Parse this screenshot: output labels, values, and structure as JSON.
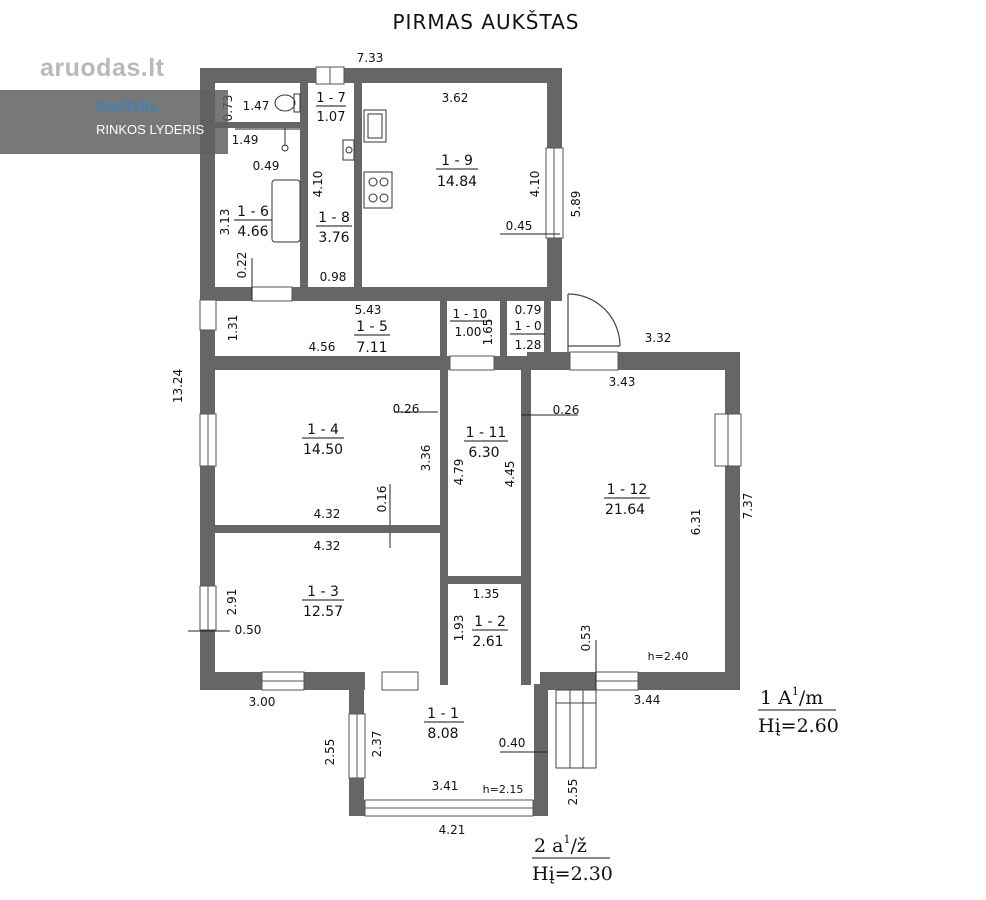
{
  "title": "PIRMAS AUKŠTAS",
  "watermark": {
    "logo_text": "aruodas.lt",
    "brand": "CAPITAL",
    "tagline": "RINKOS LYDERIS"
  },
  "rooms": [
    {
      "id": "1-1",
      "label": "1 - 1",
      "area": "8.08"
    },
    {
      "id": "1-2",
      "label": "1 - 2",
      "area": "2.61"
    },
    {
      "id": "1-3",
      "label": "1 - 3",
      "area": "12.57"
    },
    {
      "id": "1-4",
      "label": "1 - 4",
      "area": "14.50"
    },
    {
      "id": "1-5",
      "label": "1 - 5",
      "area": "7.11"
    },
    {
      "id": "1-6",
      "label": "1 - 6",
      "area": "4.66"
    },
    {
      "id": "1-7",
      "label": "1 - 7",
      "area": "1.07"
    },
    {
      "id": "1-8",
      "label": "1 - 8",
      "area": "3.76"
    },
    {
      "id": "1-9",
      "label": "1 - 9",
      "area": "14.84"
    },
    {
      "id": "1-10",
      "label": "1 - 10",
      "area": "1.00"
    },
    {
      "id": "1-0",
      "label": "1 - 0",
      "area": "1.28"
    },
    {
      "id": "1-11",
      "label": "1 - 11",
      "area": "6.30"
    },
    {
      "id": "1-12",
      "label": "1 - 12",
      "area": "21.64"
    }
  ],
  "dimensions": {
    "d733": "7.33",
    "d073": "0.73",
    "d147": "1.47",
    "d149": "1.49",
    "d049": "0.49",
    "d313": "3.13",
    "d022": "0.22",
    "d410a": "4.10",
    "d098": "0.98",
    "d362": "3.62",
    "d410b": "4.10",
    "d045": "0.45",
    "d589": "5.89",
    "d131": "1.31",
    "d543": "5.43",
    "d456": "4.56",
    "d165": "1.65",
    "d079": "0.79",
    "d332": "3.32",
    "d343": "3.43",
    "d1324": "13.24",
    "d026a": "0.26",
    "d336": "3.36",
    "d026b": "0.26",
    "d479": "4.79",
    "d445": "4.45",
    "d432a": "4.32",
    "d016": "0.16",
    "d631": "6.31",
    "d737": "7.37",
    "d432b": "4.32",
    "d291": "2.91",
    "d050": "0.50",
    "d135": "1.35",
    "d193": "1.93",
    "d053": "0.53",
    "h240": "h=2.40",
    "d300": "3.00",
    "d344": "3.44",
    "d255a": "2.55",
    "d237": "2.37",
    "d040": "0.40",
    "d341": "3.41",
    "h215": "h=2.15",
    "d255b": "2.55",
    "d421": "4.21"
  },
  "legend_main": {
    "line1": "1 A",
    "sup": "1",
    "line1_end": "/m",
    "line2": "Hį=2.60"
  },
  "legend_ext": {
    "line1": "2 a",
    "sup": "1",
    "line1_end": "/ž",
    "line2": "Hį=2.30"
  },
  "colors": {
    "wall": "#666666",
    "watermark_band": "#606060",
    "brand": "#2f86c8"
  }
}
